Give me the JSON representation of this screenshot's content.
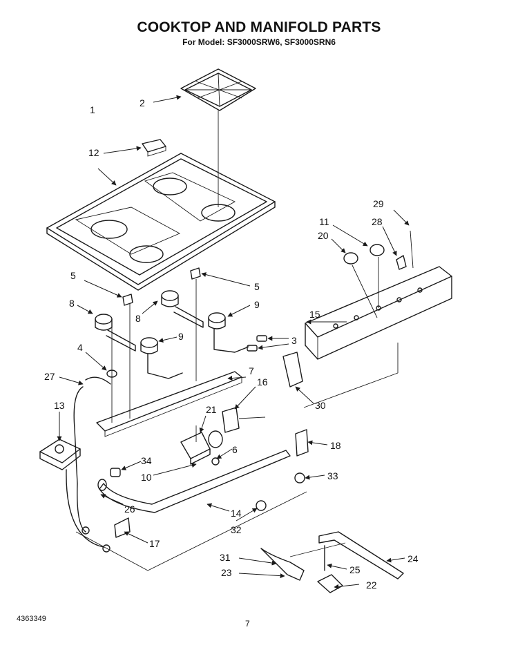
{
  "header": {
    "title": "COOKTOP AND MANIFOLD PARTS",
    "subtitle": "For Model: SF3000SRW6, SF3000SRN6"
  },
  "footer": {
    "doc_number": "4363349",
    "page_number": "7"
  },
  "callouts": [
    "1",
    "2",
    "3",
    "4",
    "5",
    "5",
    "6",
    "7",
    "8",
    "8",
    "9",
    "9",
    "10",
    "11",
    "12",
    "13",
    "14",
    "15",
    "16",
    "17",
    "18",
    "20",
    "21",
    "22",
    "23",
    "24",
    "25",
    "26",
    "27",
    "28",
    "29",
    "30",
    "31",
    "32",
    "33",
    "34"
  ]
}
